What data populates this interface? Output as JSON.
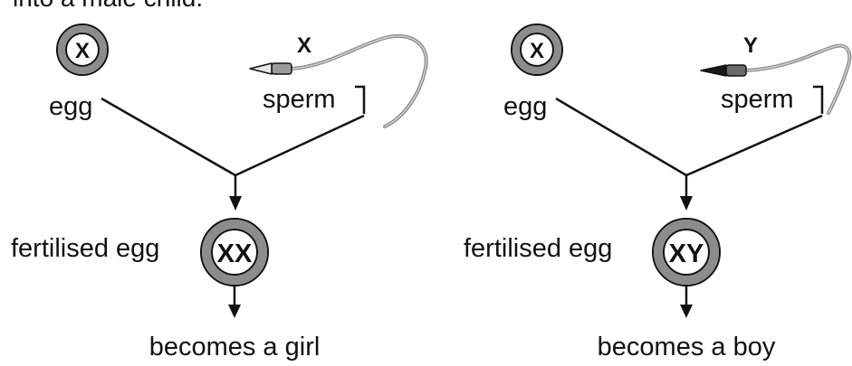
{
  "heading_fragment": "into a male child.",
  "panels": [
    {
      "egg_chromosome": "X",
      "egg_label": "egg",
      "sperm_chromosome": "X",
      "sperm_label": "sperm",
      "fertilised_label": "fertilised egg",
      "fertilised_chromosomes": "XX",
      "outcome": "becomes a girl"
    },
    {
      "egg_chromosome": "X",
      "egg_label": "egg",
      "sperm_chromosome": "Y",
      "sperm_label": "sperm",
      "fertilised_label": "fertilised egg",
      "fertilised_chromosomes": "XY",
      "outcome": "becomes a boy"
    }
  ],
  "colors": {
    "ring": "#8c8c8c",
    "ink": "#111111",
    "sperm_tail": "#8a8a8a"
  },
  "icons": {
    "egg": "egg-cell-icon",
    "sperm": "sperm-cell-icon",
    "arrow": "arrow-down-icon"
  }
}
